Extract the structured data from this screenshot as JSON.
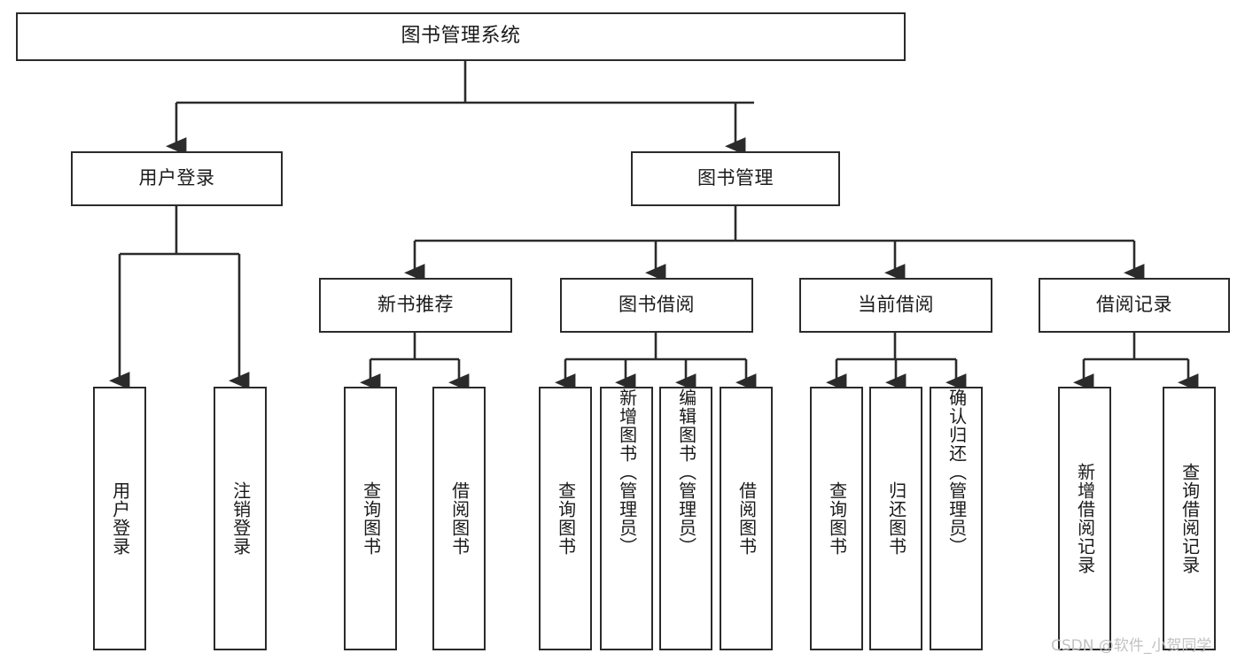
{
  "diagram": {
    "type": "tree",
    "title": "图书管理系统",
    "stroke_color": "#2b2b2b",
    "background_color": "#ffffff",
    "text_color": "#1a1a1a"
  },
  "nodes": {
    "root": {
      "label": "图书管理系统"
    },
    "level2": [
      {
        "id": "user-login",
        "label": "用户登录"
      },
      {
        "id": "book-manage",
        "label": "图书管理"
      }
    ],
    "level3": [
      {
        "id": "new-book-rec",
        "label": "新书推荐"
      },
      {
        "id": "book-borrow",
        "label": "图书借阅"
      },
      {
        "id": "current-borrow",
        "label": "当前借阅"
      },
      {
        "id": "borrow-record",
        "label": "借阅记录"
      }
    ],
    "leaves": {
      "user-login": [
        {
          "id": "leaf-user-login",
          "label": "用户登录"
        },
        {
          "id": "leaf-user-logout",
          "label": "注销登录"
        }
      ],
      "new-book-rec": [
        {
          "id": "leaf-query-book-1",
          "label": "查询图书"
        },
        {
          "id": "leaf-borrow-book-1",
          "label": "借阅图书"
        }
      ],
      "book-borrow": [
        {
          "id": "leaf-query-book-2",
          "label": "查询图书"
        },
        {
          "id": "leaf-add-book",
          "label": "新增图书（管理员）"
        },
        {
          "id": "leaf-edit-book",
          "label": "编辑图书（管理员）"
        },
        {
          "id": "leaf-borrow-book-2",
          "label": "借阅图书"
        }
      ],
      "current-borrow": [
        {
          "id": "leaf-query-book-3",
          "label": "查询图书"
        },
        {
          "id": "leaf-return-book",
          "label": "归还图书"
        },
        {
          "id": "leaf-confirm-return",
          "label": "确认归还（管理员）"
        }
      ],
      "borrow-record": [
        {
          "id": "leaf-add-record",
          "label": "新增借阅记录"
        },
        {
          "id": "leaf-query-record",
          "label": "查询借阅记录"
        }
      ]
    }
  },
  "watermark": {
    "text": "CSDN @软件_小贺同学",
    "color": "#c2c2c2"
  }
}
